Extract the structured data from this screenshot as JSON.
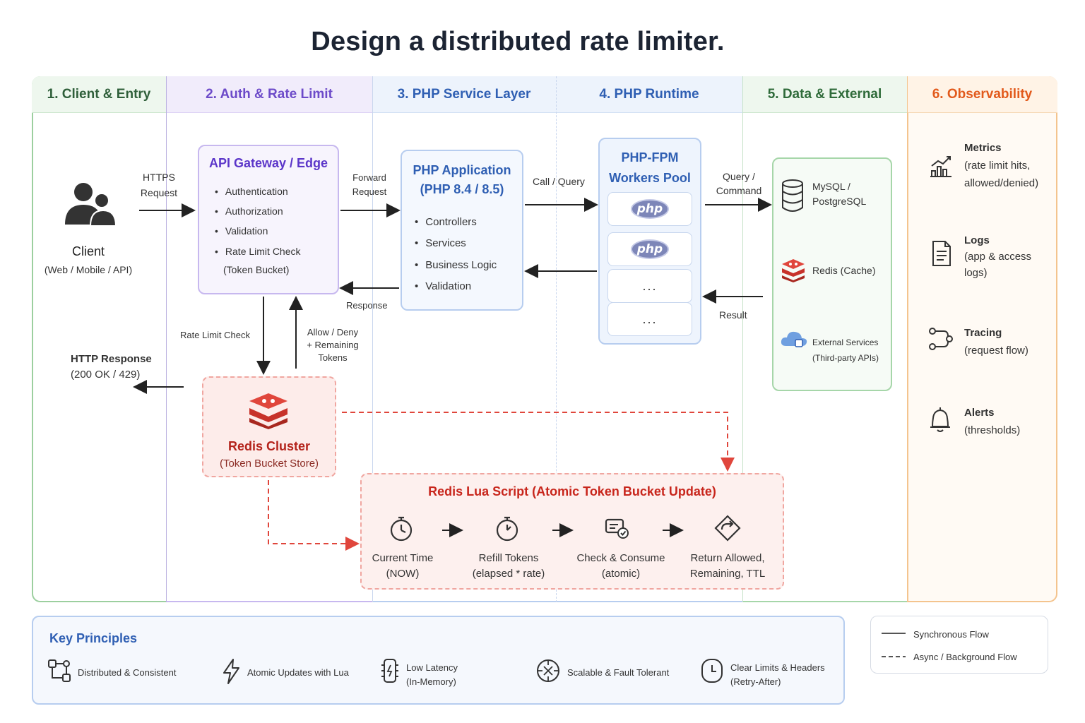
{
  "title": "Design a distributed rate limiter.",
  "lanes": [
    {
      "label": "1. Client & Entry",
      "color": "#2f5f3a"
    },
    {
      "label": "2. Auth & Rate Limit",
      "color": "#6d4bc9"
    },
    {
      "label": "3. PHP Service Layer",
      "color": "#2f5fb3"
    },
    {
      "label": "4. PHP Runtime",
      "color": "#2f5fb3"
    },
    {
      "label": "5. Data & External",
      "color": "#2f6b3a"
    },
    {
      "label": "6. Observability",
      "color": "#e25a1c"
    }
  ],
  "client": {
    "label": "Client",
    "sub": "(Web / Mobile / API)"
  },
  "https_request": [
    "HTTPS",
    "Request"
  ],
  "http_response": [
    "HTTP Response",
    "(200 OK / 429)"
  ],
  "gateway": {
    "title": "API Gateway / Edge",
    "items": [
      "Authentication",
      "Authorization",
      "Validation",
      "Rate Limit Check"
    ],
    "note": "(Token Bucket)"
  },
  "forward_request": [
    "Forward",
    "Request"
  ],
  "response_label": "Response",
  "rate_limit_check": "Rate Limit Check",
  "allow_deny": [
    "Allow / Deny",
    "+ Remaining",
    "Tokens"
  ],
  "php_app": {
    "title": [
      "PHP Application",
      "(PHP 8.4 / 8.5)"
    ],
    "items": [
      "Controllers",
      "Services",
      "Business Logic",
      "Validation"
    ]
  },
  "call_query": "Call / Query",
  "fpm": {
    "title": [
      "PHP-FPM",
      "Workers Pool"
    ],
    "workers": [
      "php",
      "php",
      "...",
      "..."
    ]
  },
  "query_command": [
    "Query /",
    "Command"
  ],
  "result_label": "Result",
  "data": {
    "db": [
      "MySQL /",
      "PostgreSQL"
    ],
    "cache": "Redis (Cache)",
    "external": [
      "External Services",
      "(Third-party APIs)"
    ]
  },
  "observability": {
    "metrics": [
      "Metrics",
      "(rate limit hits,",
      "allowed/denied)"
    ],
    "logs": [
      "Logs",
      "(app & access",
      "logs)"
    ],
    "tracing": [
      "Tracing",
      "(request flow)"
    ],
    "alerts": [
      "Alerts",
      "(thresholds)"
    ]
  },
  "redis_cluster": {
    "title": "Redis Cluster",
    "sub": "(Token Bucket Store)"
  },
  "lua": {
    "title": "Redis Lua Script (Atomic Token Bucket Update)",
    "steps": [
      [
        "Current Time",
        "(NOW)"
      ],
      [
        "Refill Tokens",
        "(elapsed * rate)"
      ],
      [
        "Check & Consume",
        "(atomic)"
      ],
      [
        "Return Allowed,",
        "Remaining, TTL"
      ]
    ]
  },
  "principles": {
    "title": "Key Principles",
    "items": [
      [
        "Distributed & Consistent"
      ],
      [
        "Atomic Updates with Lua"
      ],
      [
        "Low Latency",
        "(In-Memory)"
      ],
      [
        "Scalable & Fault Tolerant"
      ],
      [
        "Clear Limits & Headers",
        "(Retry-After)"
      ]
    ]
  },
  "legend": {
    "sync": "Synchronous Flow",
    "async": "Async / Background Flow"
  },
  "colors": {
    "redis": "#d93a32",
    "accent_blue": "#2f5fb3",
    "purple": "#6d4bc9",
    "orange": "#e25a1c",
    "green": "#2f6b3a"
  }
}
